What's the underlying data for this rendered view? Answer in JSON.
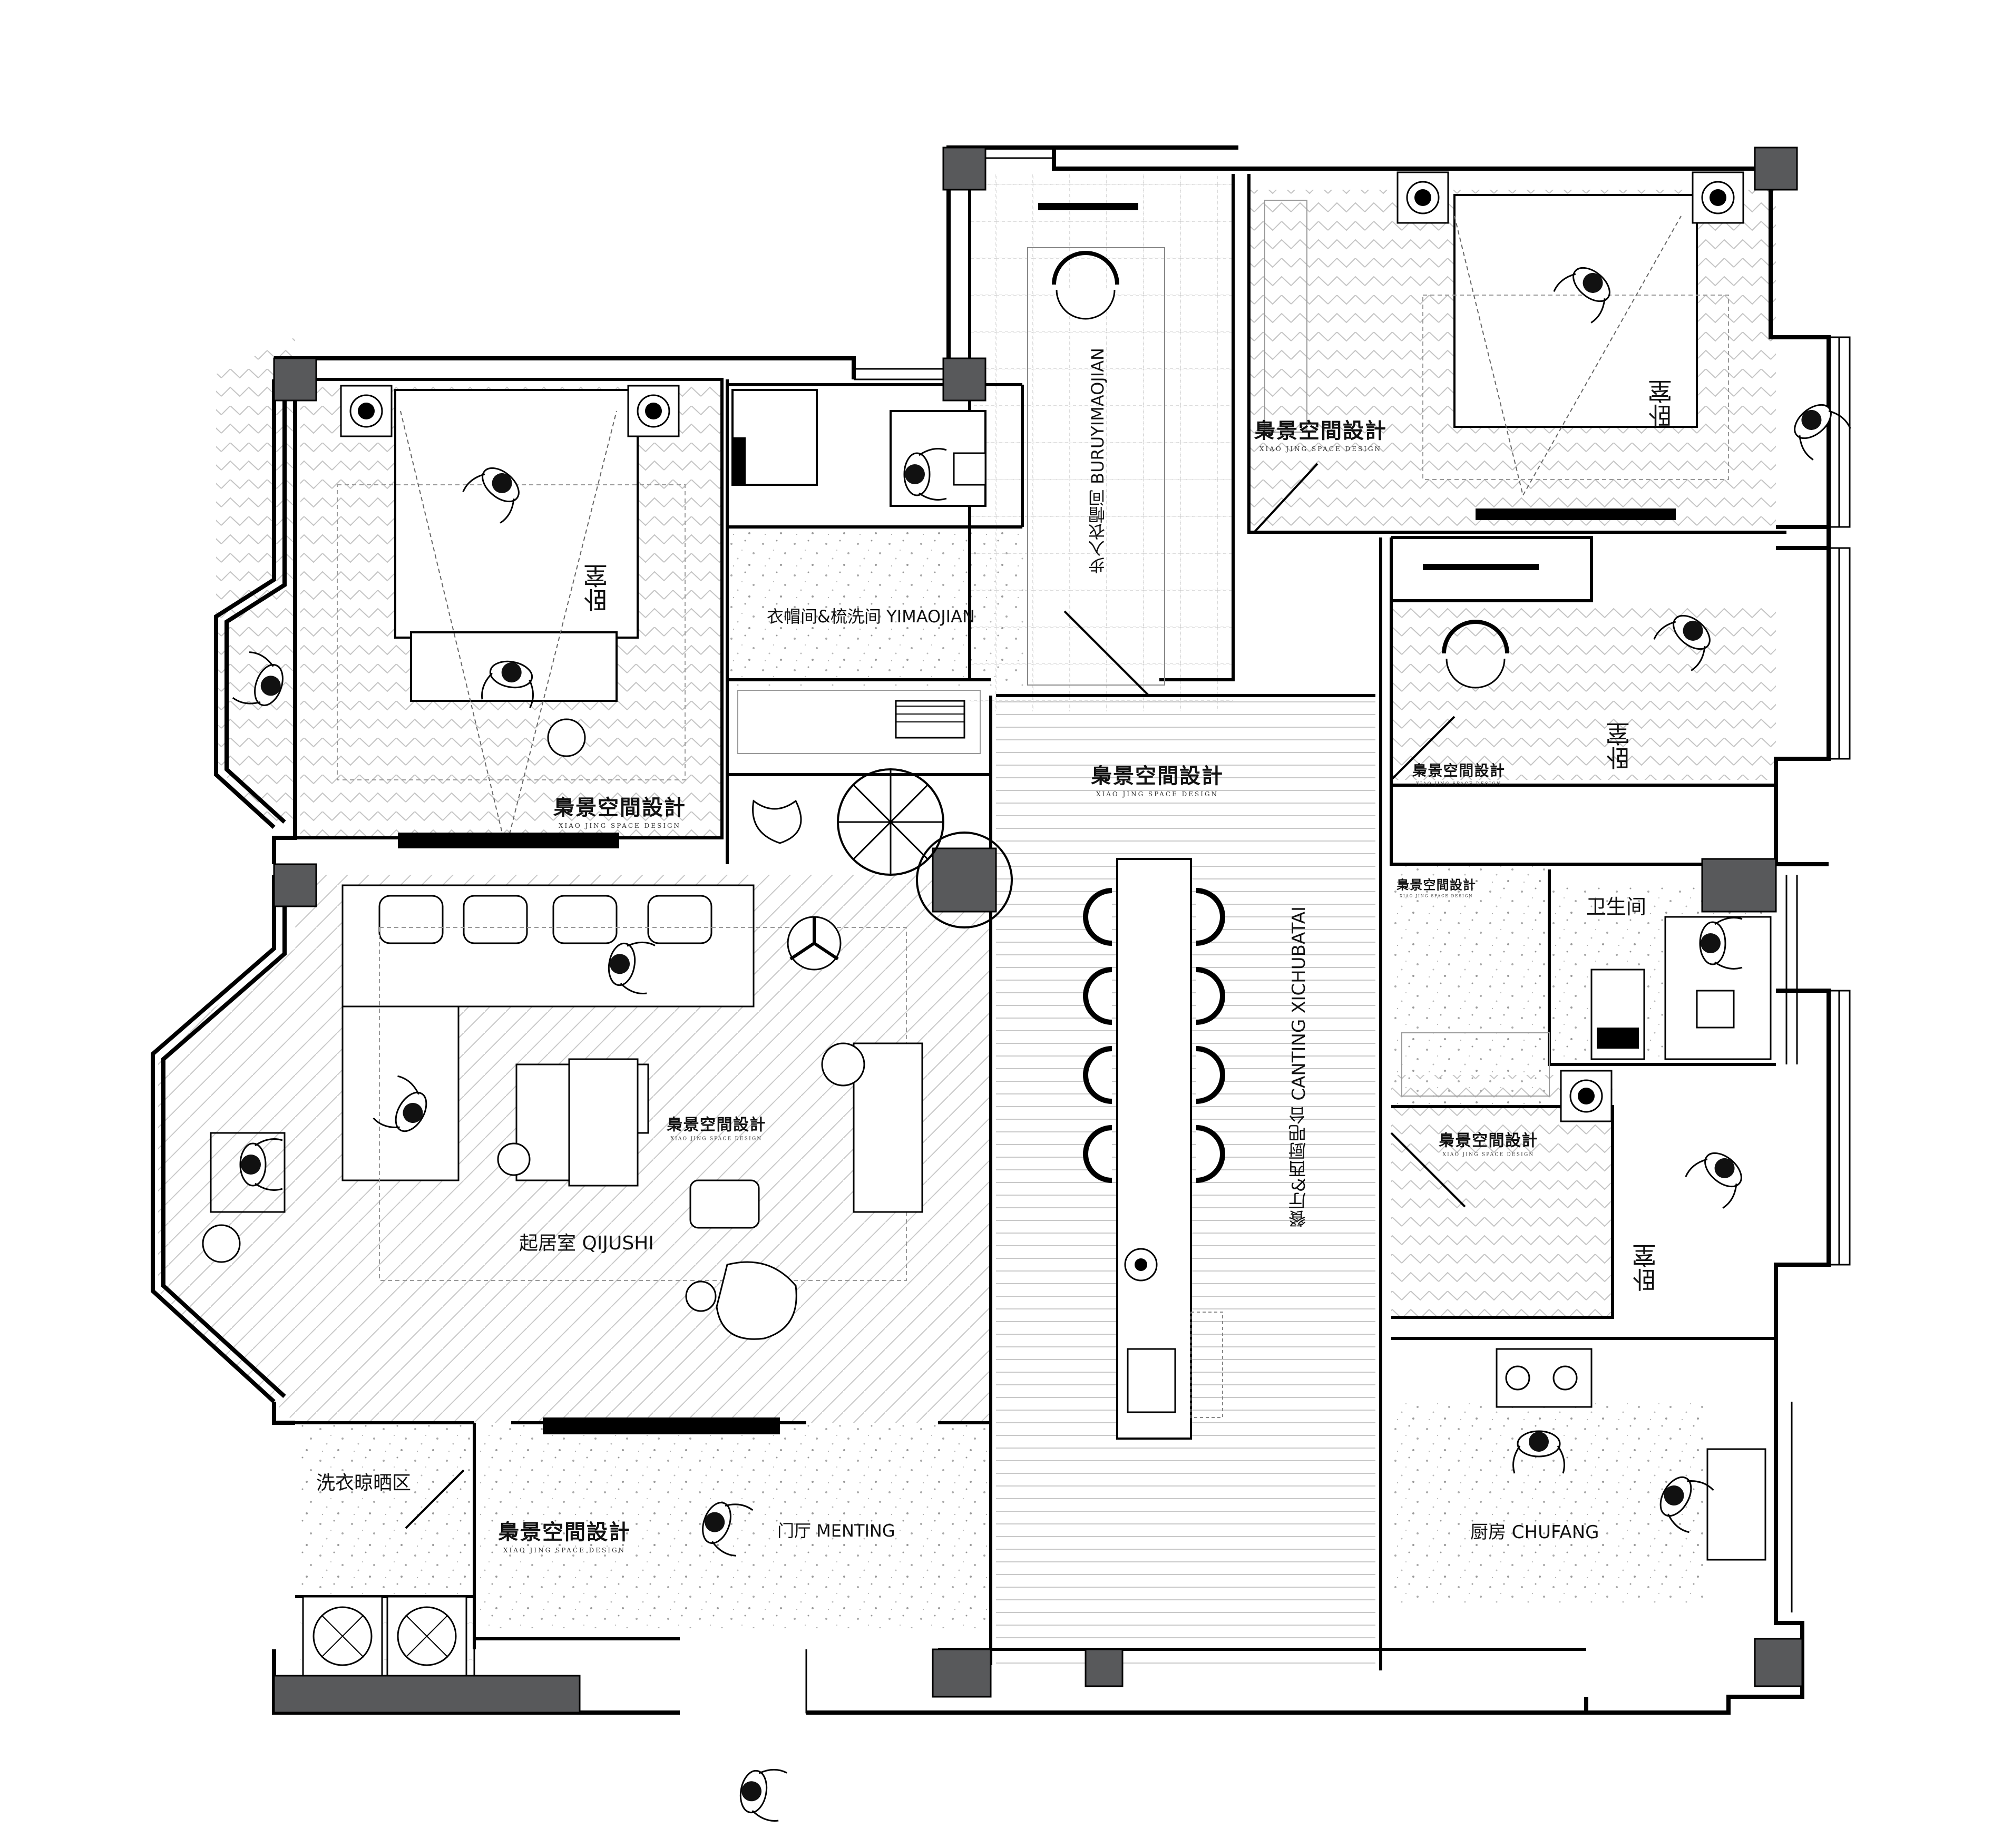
{
  "brand": {
    "name_cn": "梟景空間設計",
    "name_en": "XIAO JING SPACE DESIGN"
  },
  "rooms": {
    "master_bedroom": "卧室",
    "cloakroom_dressing": "衣帽间&梳洗间 YIMAOJIAN",
    "walk_in_closet": "步入衣帽间 BURUYIMAOJIAN",
    "bedroom_top_right": "卧室",
    "bedroom_mid_right": "卧室",
    "bathroom": "卫生间",
    "bedroom_low_right": "卧室",
    "living_room": "起居室 QIJUSHI",
    "dining_bar": "餐厅&西厨吧台 CANTING XICHUBATAI",
    "laundry": "洗衣晾晒区",
    "foyer": "门厅 MENTING",
    "kitchen": "厨房 CHUFANG"
  },
  "colors": {
    "wall": "#000000",
    "column": "#58595b",
    "floor_pattern": "#bcbcbc",
    "background": "#ffffff"
  },
  "icons": [
    "person-icon",
    "bed-icon",
    "sofa-icon",
    "dining-chair-icon",
    "plant-icon",
    "stove-icon",
    "sink-icon",
    "washing-machine-icon",
    "lamp-icon",
    "armchair-icon"
  ]
}
